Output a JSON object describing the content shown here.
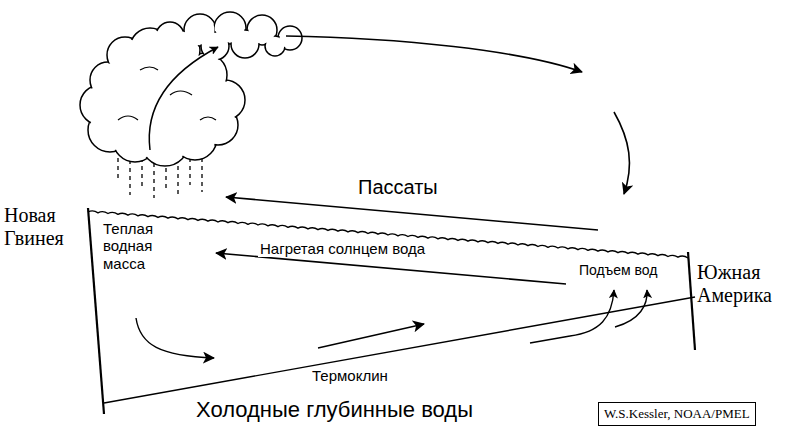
{
  "diagram": {
    "nodes": [
      {
        "text": [
          "W.S.Kessler, NOAA/PMEL"
        ]
      }
    ],
    "labels": [
      "Новая Гвинея",
      "Теплая водная масса",
      "Пассаты",
      "Нагретая солнцем вода",
      "Подъем вод",
      "Южная Америка",
      "Термоклин",
      "Холодные глубинные воды"
    ]
  }
}
